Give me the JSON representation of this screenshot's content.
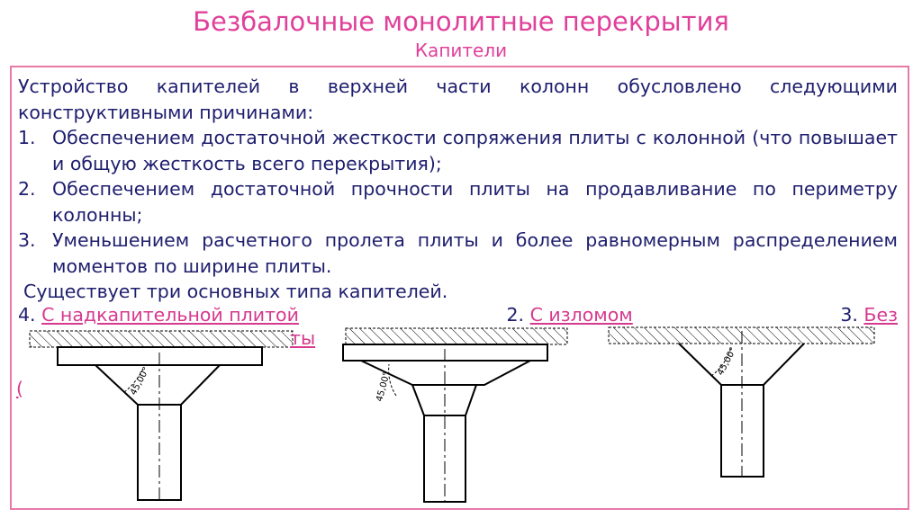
{
  "header": {
    "title": "Безбалочные монолитные перекрытия",
    "subtitle": "Капители"
  },
  "content": {
    "intro_line1": "Устройство капителей в верхней части колонн обусловлено следующими",
    "intro_line2": "конструктивными  причинами:",
    "reasons": [
      {
        "num": "1.",
        "text": "Обеспечением достаточной жесткости сопряжения плиты с колонной (что повышает и общую жесткость всего перекрытия);"
      },
      {
        "num": "2.",
        "text": "Обеспечением достаточной прочности плиты на продавливание по периметру колонны;"
      },
      {
        "num": "3.",
        "text": "Уменьшением расчетного пролета плиты и более равномерным распределением моментов по ширине плиты."
      }
    ],
    "types_intro": " Существует три основных типа капителей.",
    "types": [
      {
        "num": "4.",
        "label": "С надкапительной плитой"
      },
      {
        "num": "2.",
        "label": "С изломом"
      },
      {
        "num": "3.",
        "label": "Без"
      }
    ],
    "overflow_fragment_1": "ты",
    "overflow_fragment_2": "("
  },
  "diagram": {
    "angle_labels": [
      "45,00°",
      "45,00°",
      "45,00°"
    ],
    "line_color": "#000000",
    "accent_color": "#e0409a",
    "frame_color": "#e87aa8",
    "text_color": "#1e1e6e"
  }
}
